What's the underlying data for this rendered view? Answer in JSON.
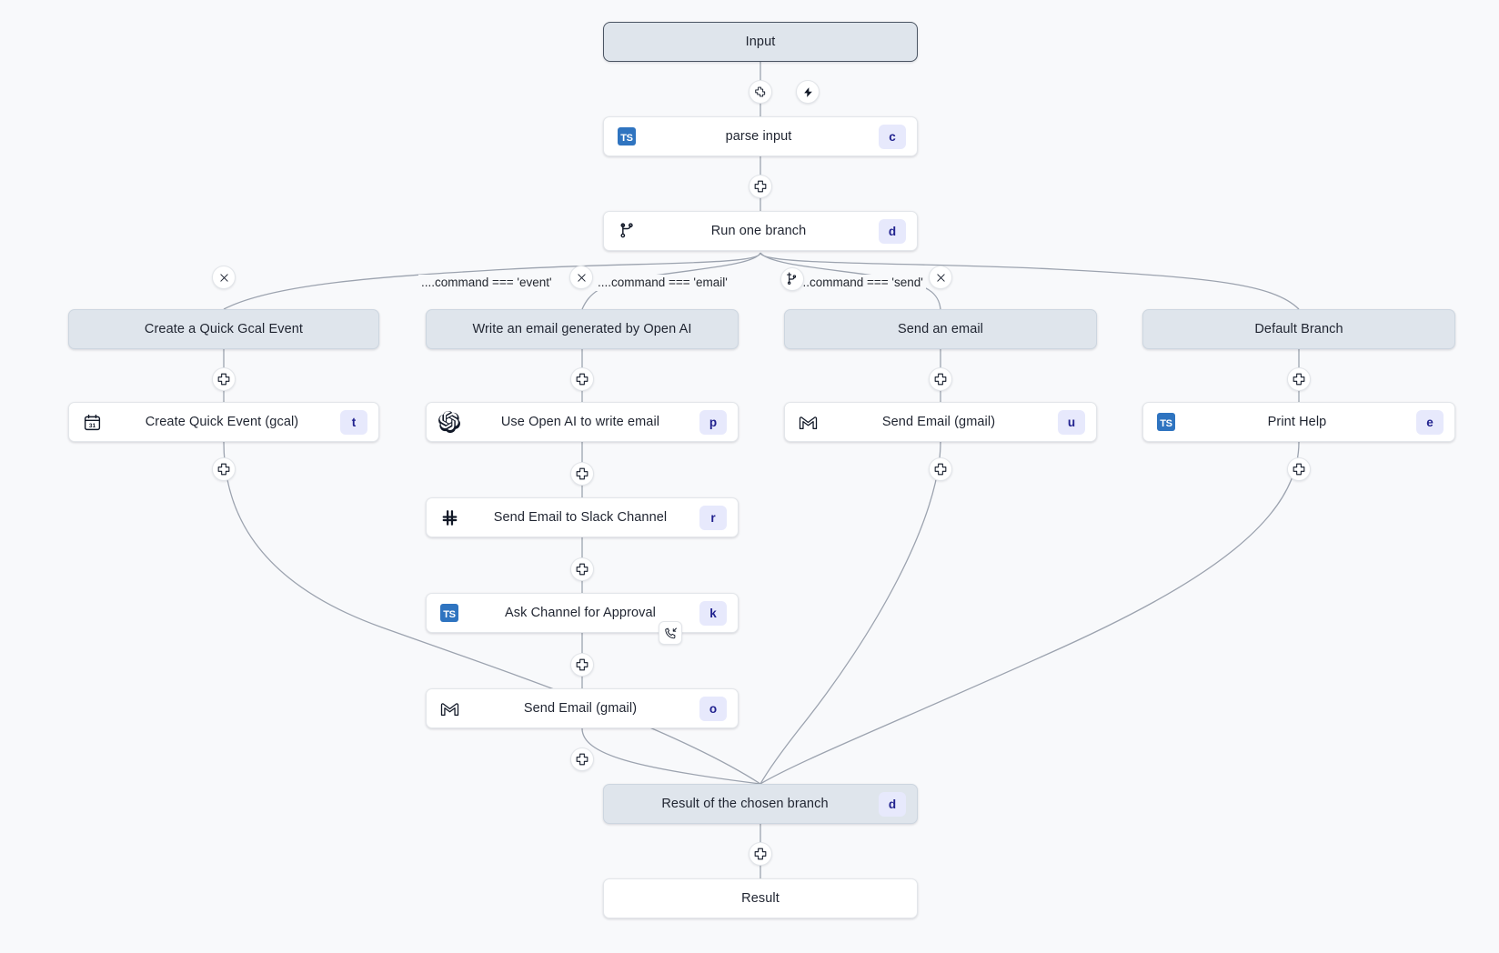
{
  "canvas": {
    "background": "#f8f9fb",
    "edge_color": "#9ca3af",
    "accent_badge_bg": "#e7e9fc",
    "accent_badge_fg": "#21228f",
    "shaded_node_bg": "#dfe5ec",
    "ts_chip_bg": "#2f74c0"
  },
  "flow": {
    "input": {
      "label": "Input"
    },
    "result": {
      "label": "Result"
    },
    "parse_input": {
      "label": "parse input",
      "badge": "c",
      "icon": "typescript-icon"
    },
    "run_one_branch": {
      "label": "Run one branch",
      "badge": "d",
      "icon": "branch-icon"
    },
    "result_of_branch": {
      "label": "Result of the chosen branch",
      "badge": "d"
    }
  },
  "branches": [
    {
      "condition": "....command === 'event'",
      "header": "Create a Quick Gcal Event",
      "steps": [
        {
          "label": "Create Quick Event (gcal)",
          "badge": "t",
          "icon": "calendar-icon"
        }
      ]
    },
    {
      "condition": "....command === 'email'",
      "header": "Write an email generated by Open AI",
      "steps": [
        {
          "label": "Use Open AI to write email",
          "badge": "p",
          "icon": "openai-icon"
        },
        {
          "label": "Send Email to Slack Channel",
          "badge": "r",
          "icon": "slack-icon"
        },
        {
          "label": "Ask Channel for Approval",
          "badge": "k",
          "icon": "typescript-icon",
          "corner_badge": "callback-icon"
        },
        {
          "label": "Send Email (gmail)",
          "badge": "o",
          "icon": "gmail-icon"
        }
      ]
    },
    {
      "condition": "....command === 'send'",
      "header": "Send an email",
      "steps": [
        {
          "label": "Send Email (gmail)",
          "badge": "u",
          "icon": "gmail-icon"
        }
      ]
    },
    {
      "condition": "",
      "header": "Default Branch",
      "steps": [
        {
          "label": "Print Help",
          "badge": "e",
          "icon": "typescript-icon"
        }
      ]
    }
  ],
  "actions": {
    "add_step": "add-step-button",
    "trigger": "trigger-button",
    "remove_branch": "remove-branch-button",
    "add_branch": "add-branch-button"
  }
}
